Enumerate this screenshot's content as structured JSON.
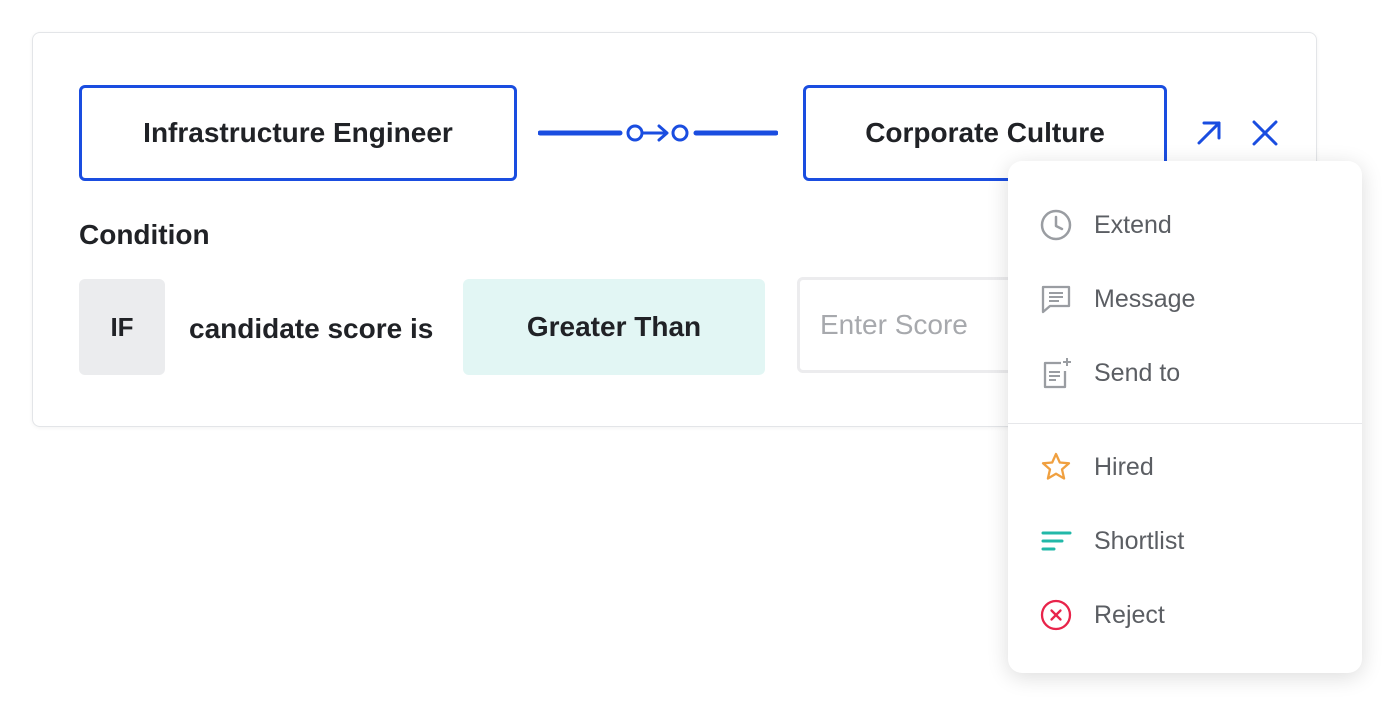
{
  "workflow": {
    "from_stage": "Infrastructure Engineer",
    "to_stage": "Corporate Culture"
  },
  "condition": {
    "title": "Condition",
    "if_label": "IF",
    "subject_text": "candidate score is",
    "operator": "Greater Than",
    "score_placeholder": "Enter Score",
    "score_value": ""
  },
  "menu": {
    "items": [
      {
        "label": "Extend",
        "icon": "clock-icon"
      },
      {
        "label": "Message",
        "icon": "message-icon"
      },
      {
        "label": "Send to",
        "icon": "document-add-icon"
      },
      {
        "label": "Hired",
        "icon": "star-icon"
      },
      {
        "label": "Shortlist",
        "icon": "filter-lines-icon"
      },
      {
        "label": "Reject",
        "icon": "reject-circle-icon"
      }
    ]
  },
  "colors": {
    "accent": "#1a4de0",
    "operator_bg": "#e2f6f4",
    "hired": "#f0a040",
    "shortlist": "#22b8a8",
    "reject": "#e8244a"
  }
}
